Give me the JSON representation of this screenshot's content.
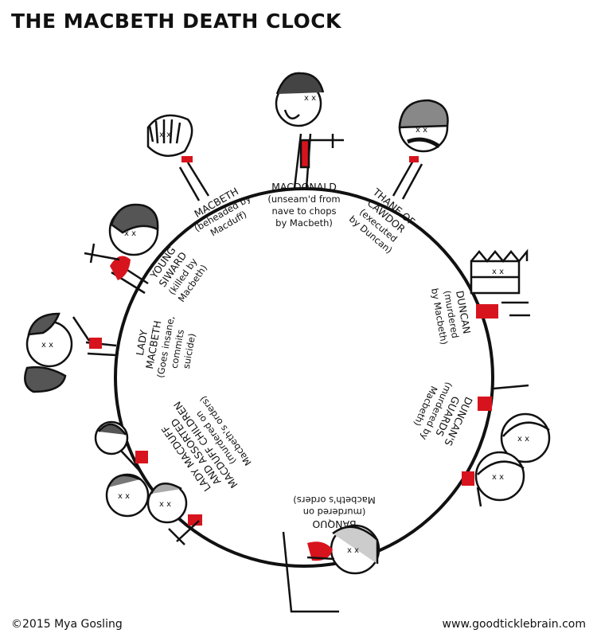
{
  "title": "THE MACBETH DEATH CLOCK",
  "copyright": "©2015 Mya Gosling",
  "website": "www.goodticklebrain.com",
  "colors": {
    "ink": "#111111",
    "blood": "#d7141d",
    "paper": "#ffffff"
  },
  "deaths": [
    {
      "name": "MACDONALD",
      "cause": [
        "(unseam'd from",
        "nave to chops",
        "by Macbeth)"
      ]
    },
    {
      "name": "THANE OF",
      "name2": "CAWDOR",
      "cause": [
        "(executed",
        "by Duncan)"
      ]
    },
    {
      "name": "DUNCAN",
      "cause": [
        "(murdered",
        "by Macbeth)"
      ]
    },
    {
      "name": "DUNCAN'S",
      "name2": "GUARDS",
      "cause": [
        "(murdered by",
        "Macbeth)"
      ]
    },
    {
      "name": "BANQUO",
      "cause": [
        "(murdered on",
        "Macbeth's orders)"
      ]
    },
    {
      "name": "LADY MACDUFF",
      "name2": "AND ASSORTED",
      "name3": "MACDUFF CHILDREN",
      "cause": [
        "(murdered on",
        "Macbeth's orders)"
      ]
    },
    {
      "name": "LADY",
      "name2": "MACBETH",
      "cause": [
        "(Goes insane,",
        "commits",
        "suicide)"
      ]
    },
    {
      "name": "YOUNG",
      "name2": "SIWARD",
      "cause": [
        "(killed by",
        "Macbeth)"
      ]
    },
    {
      "name": "MACBETH",
      "cause": [
        "(beheaded by",
        "Macduff)"
      ]
    }
  ]
}
